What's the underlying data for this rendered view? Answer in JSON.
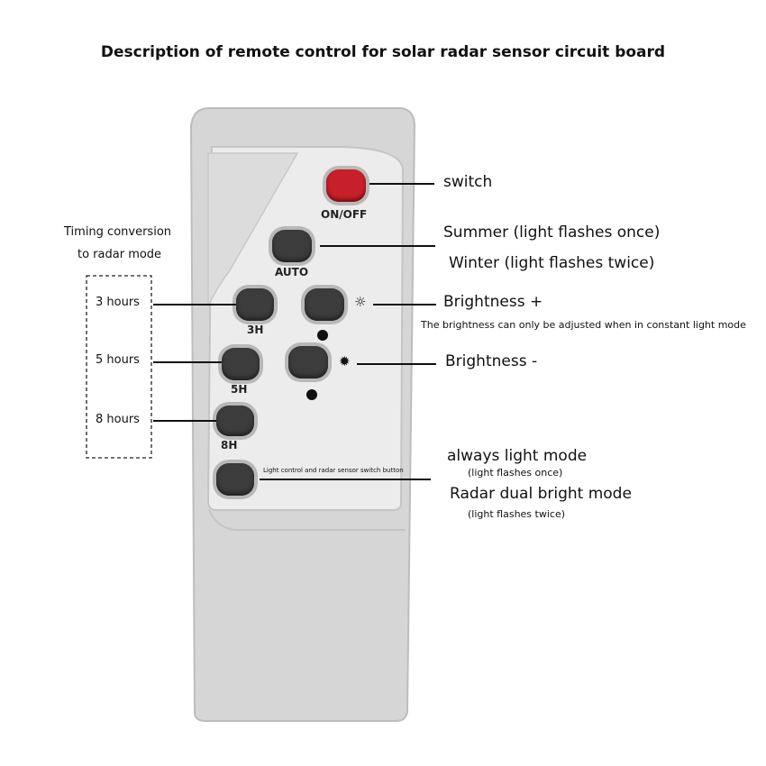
{
  "title": "Description of remote control for solar radar sensor circuit board",
  "remote": {
    "buttons": {
      "power": "ON/OFF",
      "auto": "AUTO",
      "h3": "3H",
      "h5": "5H",
      "h8": "8H",
      "mode_switch_note": "Light control and radar sensor switch button"
    }
  },
  "annotations": {
    "switch": "switch",
    "summer": "Summer (light flashes once)",
    "winter": "Winter (light flashes twice)",
    "brightness_plus": "Brightness +",
    "brightness_note": "The brightness can only be adjusted when in constant light mode",
    "brightness_minus": "Brightness -",
    "always_light": "always light mode",
    "always_light_sub": "(light flashes once)",
    "radar_mode": "Radar dual bright mode",
    "radar_mode_sub": "(light flashes twice)",
    "timing_line1": "Timing conversion",
    "timing_line2": "to radar mode",
    "h3": "3 hours",
    "h5": "5 hours",
    "h8": "8 hours"
  },
  "colors": {
    "power_button": "#c8202a",
    "button": "#3c3c3c",
    "remote_body": "#d9d9d9"
  }
}
